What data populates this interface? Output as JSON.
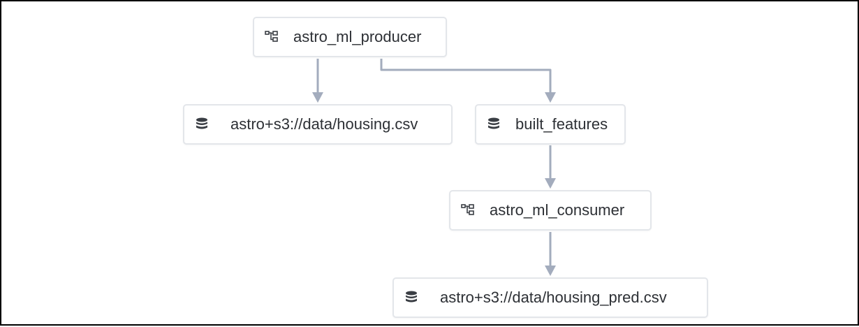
{
  "graph": {
    "nodes": {
      "producer": {
        "label": "astro_ml_producer",
        "kind": "dag",
        "icon": "dag-icon"
      },
      "housing": {
        "label": "astro+s3://data/housing.csv",
        "kind": "dataset",
        "icon": "database-icon"
      },
      "built": {
        "label": "built_features",
        "kind": "dataset",
        "icon": "database-icon"
      },
      "consumer": {
        "label": "astro_ml_consumer",
        "kind": "dag",
        "icon": "dag-icon"
      },
      "pred": {
        "label": "astro+s3://data/housing_pred.csv",
        "kind": "dataset",
        "icon": "database-icon"
      }
    },
    "edges": [
      {
        "from": "producer",
        "to": "housing"
      },
      {
        "from": "producer",
        "to": "built"
      },
      {
        "from": "built",
        "to": "consumer"
      },
      {
        "from": "consumer",
        "to": "pred"
      }
    ],
    "edge_color": "#a3acbd",
    "border_color": "#e3e6ea"
  }
}
